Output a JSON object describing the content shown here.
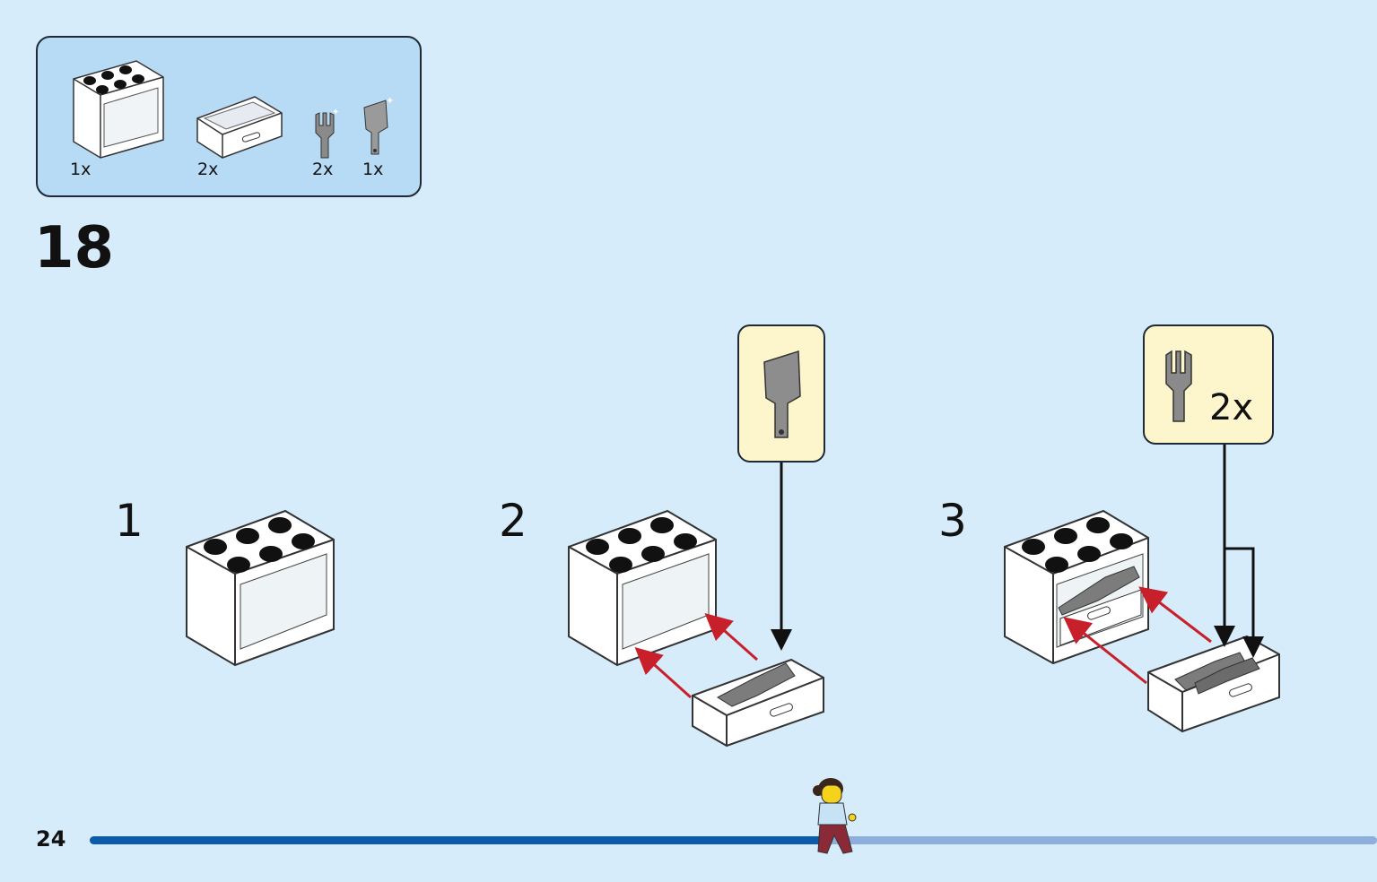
{
  "parts_list": {
    "items": [
      {
        "icon": "cabinet-brick-icon",
        "qty": "1x"
      },
      {
        "icon": "drawer-icon",
        "qty": "2x"
      },
      {
        "icon": "fork-icon",
        "qty": "2x"
      },
      {
        "icon": "cleaver-icon",
        "qty": "1x"
      }
    ]
  },
  "step": {
    "number": "18"
  },
  "sub_steps": [
    {
      "number": "1"
    },
    {
      "number": "2",
      "callout": {
        "icon": "cleaver-icon"
      }
    },
    {
      "number": "3",
      "callout": {
        "icon": "fork-icon",
        "qty": "2x"
      }
    }
  ],
  "footer": {
    "page_number": "24",
    "progress": 0.57,
    "colors": {
      "progress_fill": "#0c5aa8",
      "progress_track": "#8eaedb",
      "arrow": "#c8202b"
    }
  }
}
